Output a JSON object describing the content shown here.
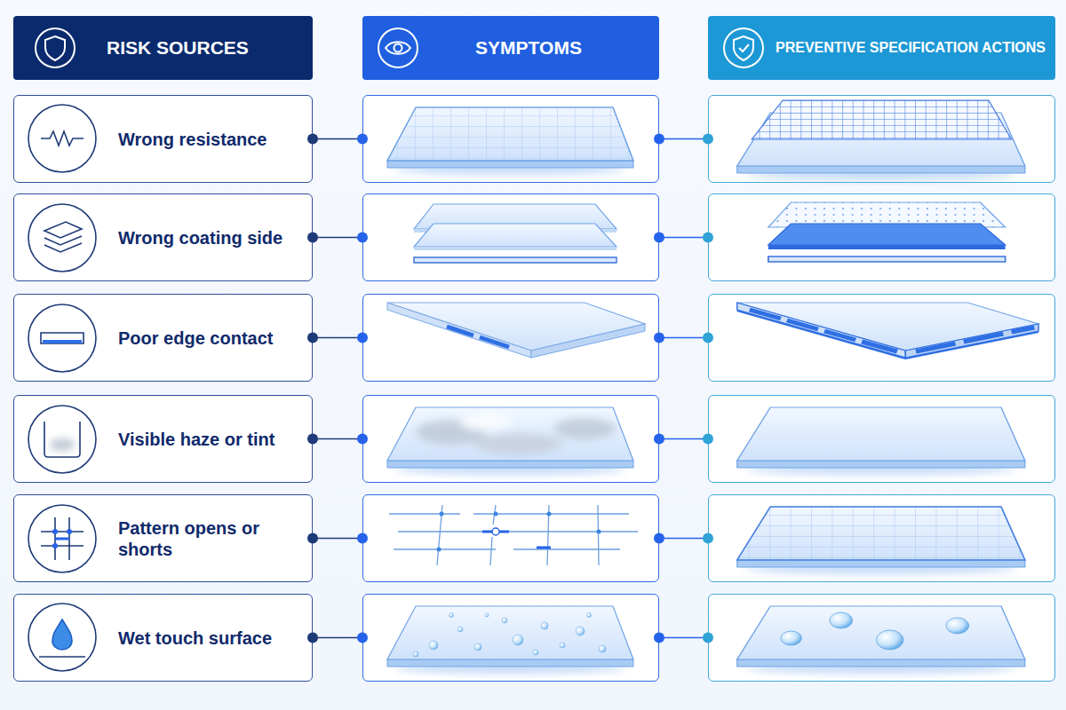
{
  "diagram": {
    "nodes": [
      {
        "text": [
          "RISK SOURCES"
        ]
      },
      {
        "text": [
          "SYMPTOMS"
        ]
      },
      {
        "text": [
          "PREVENTIVE SPECIFICATION ACTIONS"
        ]
      },
      {
        "text": [
          "Wrong resistance"
        ]
      },
      {
        "text": []
      },
      {
        "text": []
      },
      {
        "text": [
          "Wrong coating side"
        ]
      },
      {
        "text": []
      },
      {
        "text": []
      },
      {
        "text": [
          "Poor edge contact"
        ]
      },
      {
        "text": []
      },
      {
        "text": []
      },
      {
        "text": [
          "Visible haze or tint"
        ]
      },
      {
        "text": []
      },
      {
        "text": []
      },
      {
        "text": [
          "Pattern opens or shorts"
        ]
      },
      {
        "text": []
      },
      {
        "text": []
      },
      {
        "text": [
          "Wet touch surface"
        ]
      },
      {
        "text": []
      },
      {
        "text": []
      }
    ],
    "edges": [
      {
        "from": 3,
        "to": 4,
        "arrow": "none"
      },
      {
        "from": 4,
        "to": 5,
        "arrow": "none"
      },
      {
        "from": 6,
        "to": 7,
        "arrow": "none"
      },
      {
        "from": 7,
        "to": 8,
        "arrow": "none"
      },
      {
        "from": 9,
        "to": 10,
        "arrow": "none"
      },
      {
        "from": 10,
        "to": 11,
        "arrow": "none"
      },
      {
        "from": 12,
        "to": 13,
        "arrow": "none"
      },
      {
        "from": 13,
        "to": 14,
        "arrow": "none"
      },
      {
        "from": 15,
        "to": 16,
        "arrow": "none"
      },
      {
        "from": 16,
        "to": 17,
        "arrow": "none"
      },
      {
        "from": 18,
        "to": 19,
        "arrow": "none"
      },
      {
        "from": 19,
        "to": 20,
        "arrow": "none"
      }
    ]
  }
}
